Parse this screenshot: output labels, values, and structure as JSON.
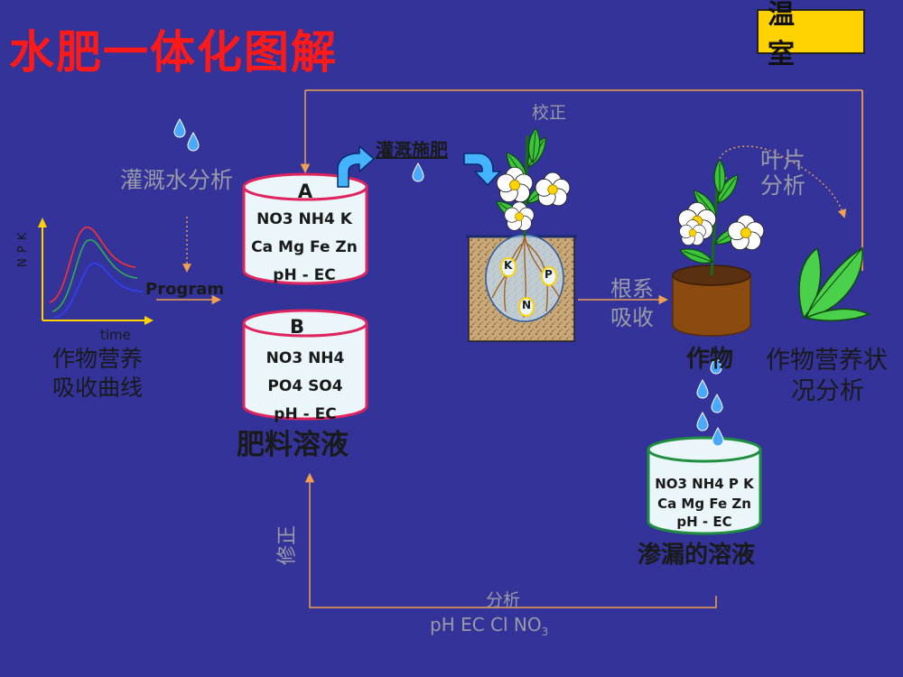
{
  "title": "水肥一体化图解",
  "badge": "温　室",
  "labels": {
    "irrigation_water_analysis": "灌溉水分析",
    "calibration": "校正",
    "fertigation": "灌溉施肥",
    "leaf_analysis_1": "叶片",
    "leaf_analysis_2": "分析",
    "root_absorption_1": "根系",
    "root_absorption_2": "吸收",
    "crop": "作物",
    "crop_nutrition_1": "作物营养状",
    "crop_nutrition_2": "况分析",
    "uptake_curve_1": "作物营养",
    "uptake_curve_2": "吸收曲线",
    "program": "Program",
    "time": "time",
    "npk_axis": "N P K",
    "fertilizer_solution": "肥料溶液",
    "leachate": "渗漏的溶液",
    "correction": "修正",
    "analysis": "分析",
    "analysis_items": "pH  EC  Cl  NO",
    "analysis_items_sub": "3"
  },
  "tank_a": {
    "letter": "A",
    "line1": "NO3  NH4 K",
    "line2": "Ca  Mg  Fe  Zn",
    "line3": "pH  -  EC"
  },
  "tank_b": {
    "letter": "B",
    "line1": "NO3  NH4",
    "line2": "PO4  SO4",
    "line3": "pH  -  EC"
  },
  "tank_c": {
    "line1": "NO3  NH4  P K",
    "line2": "Ca  Mg  Fe  Zn",
    "line3": "pH  -  EC"
  },
  "root_nutrients": [
    "K",
    "P",
    "N"
  ],
  "colors": {
    "background": "#333399",
    "title": "#ff1a1a",
    "badge": "#ffd200",
    "tank_rim": "#e0245e",
    "tank_fill": "#eaf6f9",
    "arrow_line": "#f0a050",
    "water_drop": "#4aa8ff",
    "curve_red": "#ff3030",
    "curve_green": "#30b050",
    "curve_blue": "#3040ff"
  }
}
